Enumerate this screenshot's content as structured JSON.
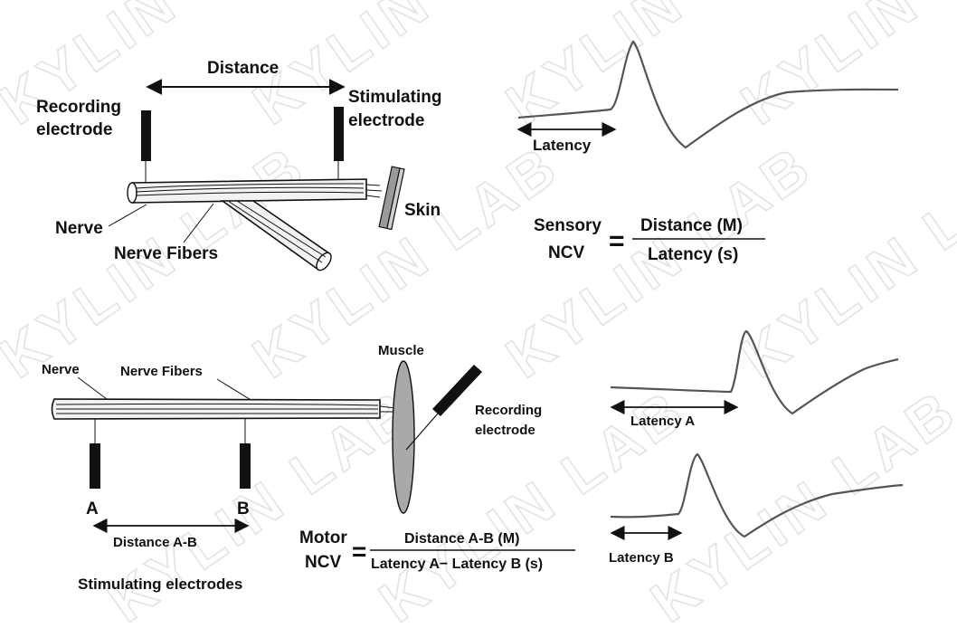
{
  "watermark": {
    "text": "KYLIN LAB"
  },
  "colors": {
    "ink": "#111111",
    "trace": "#555555",
    "muscle": "#a9a9a9",
    "skin": "#9a9a9a",
    "watermark": "#e3e3e3"
  },
  "sensory": {
    "distance_label": "Distance",
    "recording_electrode": [
      "Recording",
      "electrode"
    ],
    "stimulating_electrode": [
      "Stimulating",
      "electrode"
    ],
    "skin_label": "Skin",
    "nerve_label": "Nerve",
    "nerve_fibers_label": "Nerve Fibers",
    "latency_label": "Latency",
    "equation": {
      "lhs": [
        "Sensory",
        "NCV"
      ],
      "equals": "=",
      "numerator": "Distance (M)",
      "denominator": "Latency (s)"
    }
  },
  "motor": {
    "nerve_label": "Nerve",
    "nerve_fibers_label": "Nerve Fibers",
    "muscle_label": "Muscle",
    "recording_electrode": [
      "Recording",
      "electrode"
    ],
    "electrode_a": "A",
    "electrode_b": "B",
    "distance_ab_label": "Distance A-B",
    "stimulating_electrodes_label": "Stimulating electrodes",
    "latency_a_label": "Latency A",
    "latency_b_label": "Latency B",
    "equation": {
      "lhs": [
        "Motor",
        "NCV"
      ],
      "equals": "=",
      "numerator": "Distance A-B (M)",
      "denominator": "Latency A− Latency B (s)"
    }
  }
}
